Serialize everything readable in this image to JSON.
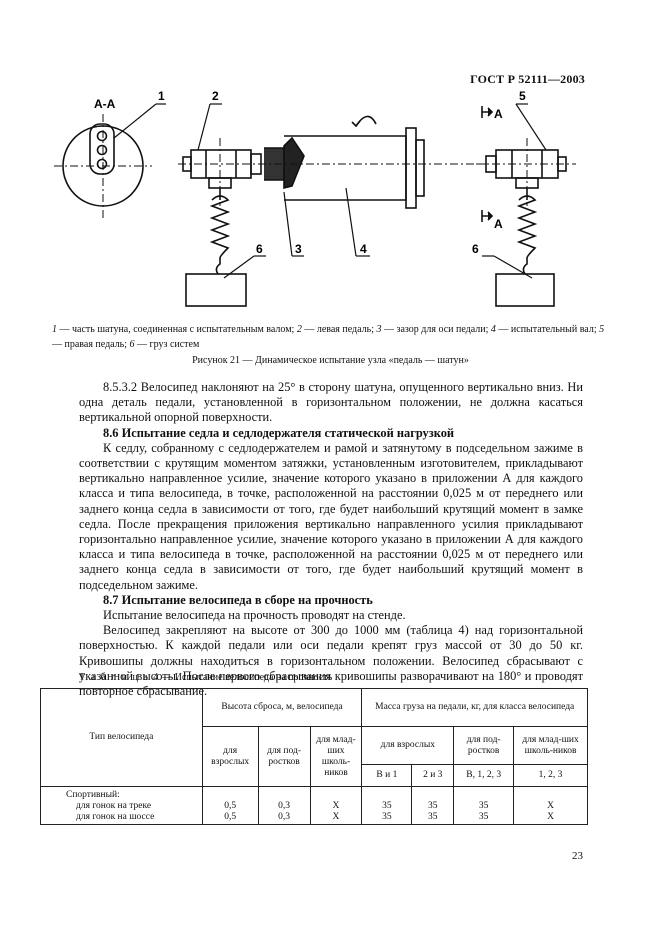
{
  "header": {
    "standard": "ГОСТ Р 52111—2003"
  },
  "figure": {
    "section_label": "А-А",
    "callouts": [
      "1",
      "2",
      "3",
      "4",
      "5",
      "6",
      "6"
    ],
    "cut_label_top": "А",
    "cut_label_bottom": "А",
    "legend_items": [
      {
        "num": "1",
        "text": " — часть шатуна, соединенная с испытательным валом; "
      },
      {
        "num": "2",
        "text": " — левая педаль; "
      },
      {
        "num": "3",
        "text": " — зазор для оси педали; "
      },
      {
        "num": "4",
        "text": " — испытательный вал; "
      },
      {
        "num": "5",
        "text": " — правая педаль; "
      },
      {
        "num": "6",
        "text": " — груз систем"
      }
    ],
    "caption": "Рисунок 21 — Динамическое испытание узла «педаль — шатун»"
  },
  "text": {
    "p_8532": "8.5.3.2 Велосипед наклоняют на 25° в сторону шатуна, опущенного вертикально вниз. Ни одна деталь педали, установленной в горизонтальном положении, не должна касаться вертикальной опорной поверхности.",
    "h_86": "8.6 Испытание седла и седлодержателя статической нагрузкой",
    "p_86": "К седлу, собранному с седлодержателем и рамой и затянутому в подседельном зажиме в соответствии с крутящим моментом затяжки, установленным изготовителем, прикладывают вертикально направленное усилие, значение которого указано в приложении А для каждого класса и типа велосипеда, в точке, расположенной на расстоянии 0,025 м от переднего или заднего конца седла в зависимости от того, где будет наибольший крутящий момент в замке седла. После прекращения приложения вертикально направленного усилия прикладывают горизонтально направленное усилие, значение которого указано в приложении А для каждого класса и типа велосипеда в точке, расположенной на расстоянии 0,025 м от переднего или заднего конца седла в зависимости от того, где будет наибольший крутящий момент в подседельном зажиме.",
    "h_87": "8.7 Испытание велосипеда в сборе на прочность",
    "p_87a": "Испытание велосипеда на прочность проводят на стенде.",
    "p_87b": "Велосипед закрепляют на высоте от 300 до 1000 мм (таблица 4) над горизонтальной поверхностью. К каждой педали или оси педали крепят груз массой от 30 до 50 кг. Кривошипы должны находиться в горизонтальном положении. Велосипед сбрасывают с указанной высоты. После первого сбрасывания кривошипы разворачивают на 180° и проводят повторное сбрасывание."
  },
  "table": {
    "caption_prefix": "Т а б л и ц а 4",
    "caption_text": " — Испытание велосипеда на прочность",
    "col_type": "Тип велосипеда",
    "group_height": "Высота сброса, м, велосипеда",
    "group_mass": "Масса груза на педали, кг, для класса велосипеда",
    "h_adult": "для взрослых",
    "h_teen": "для под-ростков",
    "h_junior": "для млад-ших школь-ников",
    "m_adult": "для взрослых",
    "m_teen": "для под-ростков",
    "m_junior": "для млад-ших школь-ников",
    "cls_1": "В и 1",
    "cls_2": "2 и 3",
    "cls_3": "В, 1, 2, 3",
    "cls_4": "1, 2, 3",
    "row_group": "Спортивный:",
    "rows": [
      {
        "label": "для гонок на треке",
        "h_adult": "0,5",
        "h_teen": "0,3",
        "h_junior": "Х",
        "m1": "35",
        "m2": "35",
        "m3": "35",
        "m4": "Х"
      },
      {
        "label": "для гонок на шоссе",
        "h_adult": "0,5",
        "h_teen": "0,3",
        "h_junior": "Х",
        "m1": "35",
        "m2": "35",
        "m3": "35",
        "m4": "Х"
      }
    ]
  },
  "page_number": "23"
}
